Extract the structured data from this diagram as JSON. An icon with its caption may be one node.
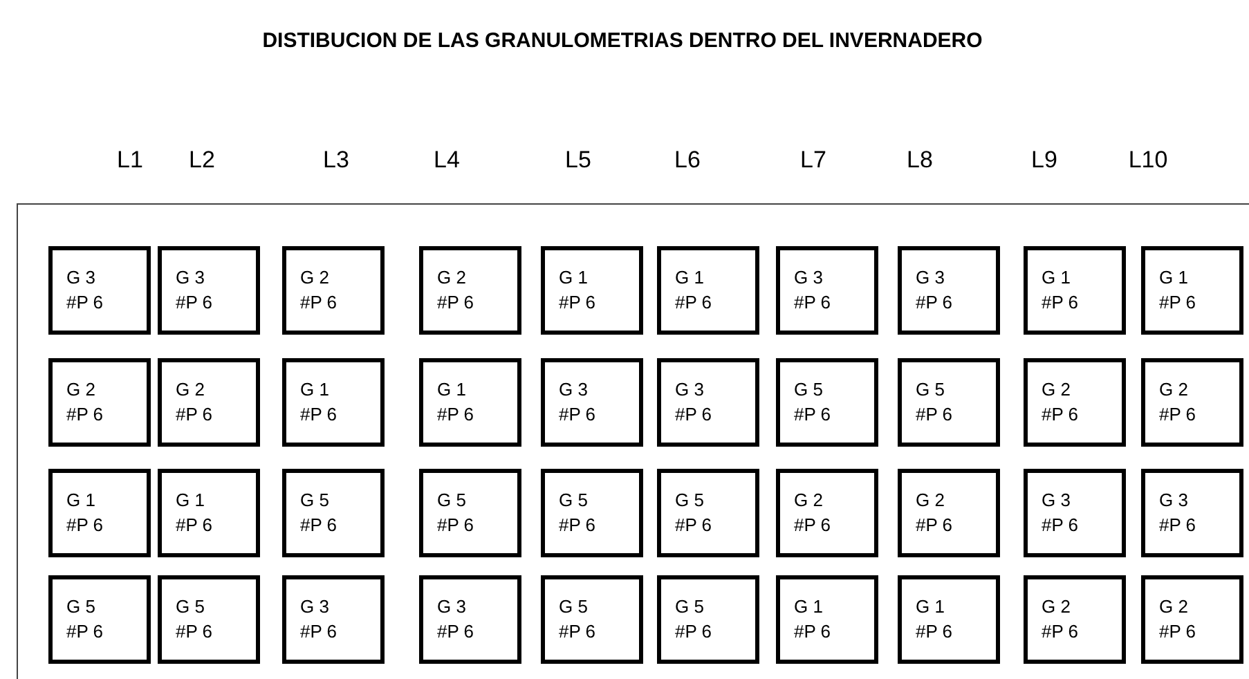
{
  "diagram": {
    "title": "DISTIBUCION DE LAS GRANULOMETRIAS DENTRO DEL INVERNADERO",
    "nodes": [
      {
        "text": [],
        "shape": "box"
      },
      {
        "text": [
          "G 3",
          "#P 6"
        ],
        "in": 0
      },
      {
        "text": [
          "G 3",
          "#P 6"
        ],
        "in": 0
      },
      {
        "text": [
          "G 2",
          "#P 6"
        ],
        "in": 0
      },
      {
        "text": [
          "G 2",
          "#P 6"
        ],
        "in": 0
      },
      {
        "text": [
          "G 1",
          "#P 6"
        ],
        "in": 0
      },
      {
        "text": [
          "G 1",
          "#P 6"
        ],
        "in": 0
      },
      {
        "text": [
          "G 3",
          "#P 6"
        ],
        "in": 0
      },
      {
        "text": [
          "G 3",
          "#P 6"
        ],
        "in": 0
      },
      {
        "text": [
          "G 1",
          "#P 6"
        ],
        "in": 0
      },
      {
        "text": [
          "G 1",
          "#P 6"
        ],
        "in": 0
      },
      {
        "text": [
          "G 2",
          "#P 6"
        ],
        "in": 0
      },
      {
        "text": [
          "G 2",
          "#P 6"
        ],
        "in": 0
      },
      {
        "text": [
          "G 1",
          "#P 6"
        ],
        "in": 0
      },
      {
        "text": [
          "G 1",
          "#P 6"
        ],
        "in": 0
      },
      {
        "text": [
          "G 3",
          "#P 6"
        ],
        "in": 0
      },
      {
        "text": [
          "G 3",
          "#P 6"
        ],
        "in": 0
      },
      {
        "text": [
          "G 5",
          "#P 6"
        ],
        "in": 0
      },
      {
        "text": [
          "G 5",
          "#P 6"
        ],
        "in": 0
      },
      {
        "text": [
          "G 2",
          "#P 6"
        ],
        "in": 0
      },
      {
        "text": [
          "G 2",
          "#P 6"
        ],
        "in": 0
      },
      {
        "text": [
          "G 1",
          "#P 6"
        ],
        "in": 0
      },
      {
        "text": [
          "G 1",
          "#P 6"
        ],
        "in": 0
      },
      {
        "text": [
          "G 5",
          "#P 6"
        ],
        "in": 0
      },
      {
        "text": [
          "G 5",
          "#P 6"
        ],
        "in": 0
      },
      {
        "text": [
          "G 5",
          "#P 6"
        ],
        "in": 0
      },
      {
        "text": [
          "G 5",
          "#P 6"
        ],
        "in": 0
      },
      {
        "text": [
          "G 2",
          "#P 6"
        ],
        "in": 0
      },
      {
        "text": [
          "G 2",
          "#P 6"
        ],
        "in": 0
      },
      {
        "text": [
          "G 3",
          "#P 6"
        ],
        "in": 0
      },
      {
        "text": [
          "G 3",
          "#P 6"
        ],
        "in": 0
      },
      {
        "text": [
          "G 5",
          "#P 6"
        ],
        "in": 0
      },
      {
        "text": [
          "G 5",
          "#P 6"
        ],
        "in": 0
      },
      {
        "text": [
          "G 3",
          "#P 6"
        ],
        "in": 0
      },
      {
        "text": [
          "G 3",
          "#P 6"
        ],
        "in": 0
      },
      {
        "text": [
          "G 5",
          "#P 6"
        ],
        "in": 0
      },
      {
        "text": [
          "G 5",
          "#P 6"
        ],
        "in": 0
      },
      {
        "text": [
          "G 1",
          "#P 6"
        ],
        "in": 0
      },
      {
        "text": [
          "G 1",
          "#P 6"
        ],
        "in": 0
      },
      {
        "text": [
          "G 2",
          "#P 6"
        ],
        "in": 0
      },
      {
        "text": [
          "G 2",
          "#P 6"
        ],
        "in": 0
      }
    ],
    "edges": [],
    "labels": [
      "L1",
      "L2",
      "L3",
      "L4",
      "L5",
      "L6",
      "L7",
      "L8",
      "L9",
      "L10"
    ]
  }
}
